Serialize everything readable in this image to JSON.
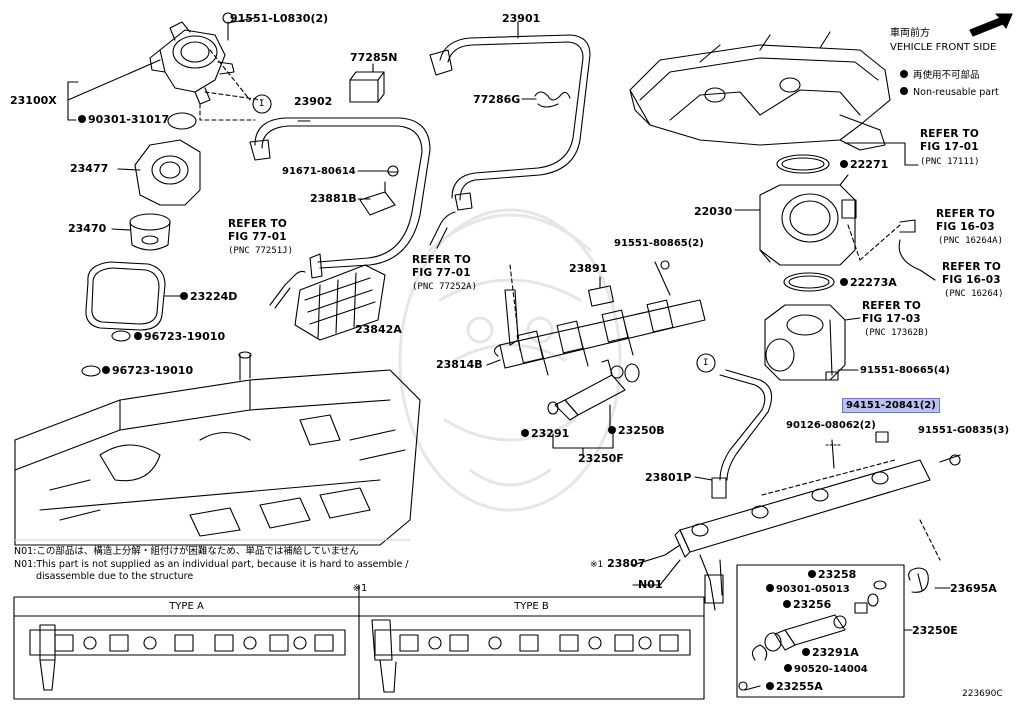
{
  "orientation": {
    "direction_jp": "車両前方",
    "direction_en": "VEHICLE FRONT SIDE",
    "arrow_icon": "arrow-up-right-icon"
  },
  "legend": {
    "nonreusable_jp": "再使用不可部品",
    "nonreusable_en": "Non-reusable part"
  },
  "parts": {
    "p91551L0830": "91551-L0830(2)",
    "p23100X": "23100X",
    "p90301_31017": "90301-31017",
    "p23477": "23477",
    "p23470": "23470",
    "p23224D": "23224D",
    "p96723_19010_a": "96723-19010",
    "p96723_19010_b": "96723-19010",
    "p77285N": "77285N",
    "p23902": "23902",
    "p91671_80614": "91671-80614",
    "p23881B": "23881B",
    "p23842A": "23842A",
    "p23901": "23901",
    "p77286G": "77286G",
    "p91551_80865": "91551-80865(2)",
    "p23891": "23891",
    "p23814B": "23814B",
    "p23291": "23291",
    "p23250B": "23250B",
    "p23250F": "23250F",
    "p22271": "22271",
    "p22030": "22030",
    "p22273A": "22273A",
    "p91551_80665": "91551-80665(4)",
    "p94151_20841": "94151-20841(2)",
    "p90126_08062": "90126-08062(2)",
    "p91551_G0835": "91551-G0835(3)",
    "p23801P": "23801P",
    "p23807": "23807",
    "p23807_mark": "※1",
    "pN01": "N01",
    "p23258": "23258",
    "p90301_05013": "90301-05013",
    "p23256": "23256",
    "p23291A": "23291A",
    "p90520_14004": "90520-14004",
    "p23255A": "23255A",
    "p23695A": "23695A",
    "p23250E": "23250E",
    "circle_ref": "I"
  },
  "refs": {
    "r1_line1": "REFER TO",
    "r1_line2": "FIG 77-01",
    "r1_pnc": "(PNC 77251J)",
    "r2_line1": "REFER TO",
    "r2_line2": "FIG 77-01",
    "r2_pnc": "(PNC 77252A)",
    "r3_line1": "REFER TO",
    "r3_line2": "FIG 17-01",
    "r3_pnc": "(PNC 17111)",
    "r4_line1": "REFER TO",
    "r4_line2": "FIG 16-03",
    "r4_pnc": "(PNC 16264A)",
    "r5_line1": "REFER TO",
    "r5_line2": "FIG 16-03",
    "r5_pnc": "(PNC 16264)",
    "r6_line1": "REFER TO",
    "r6_line2": "FIG 17-03",
    "r6_pnc": "(PNC 17362B)"
  },
  "notes": {
    "n01_jp": "N01:この部品は、構造上分解・組付けが困難なため、単品では補給していません",
    "n01_en1": "N01:This part is not supplied as an individual part, because it is hard to assemble /",
    "n01_en2": "disassemble due to the structure"
  },
  "type_box": {
    "header_mark": "※1",
    "type_a": "TYPE A",
    "type_b": "TYPE B"
  },
  "figure_id": "223690C"
}
